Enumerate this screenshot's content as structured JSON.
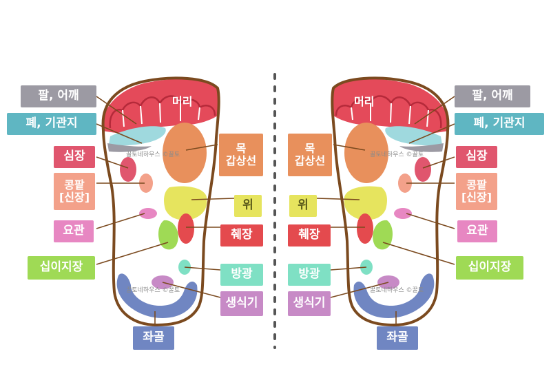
{
  "labels": {
    "arm_shoulder": "팔, 어깨",
    "lung_bronchus": "폐, 기관지",
    "heart": "심장",
    "kidney_1": "콩팥",
    "kidney_2": "[신장]",
    "ureter": "요관",
    "duodenum": "십이지장",
    "neck_1": "목",
    "neck_2": "갑상선",
    "stomach": "위",
    "pancreas": "췌장",
    "bladder": "방광",
    "genitals": "생식기",
    "sciatic": "좌골",
    "head": "머리"
  },
  "watermark": "꿀토네하우스 ©꿀토",
  "colors": {
    "gray_label": "#9c9aa3",
    "teal_label": "#5fb6c2",
    "pink_label": "#e0566e",
    "salmon_label": "#f3a18a",
    "purple_label": "#e787c2",
    "green_label": "#9fda55",
    "orange_label": "#e8905c",
    "yellow_label": "#e6e45e",
    "red_label": "#e44a4e",
    "mint_label": "#7fe0c4",
    "violet_label": "#c78ac6",
    "blue_label": "#7086c2",
    "foot_outline": "#7b4a1f",
    "toes": "#e44a5a"
  }
}
